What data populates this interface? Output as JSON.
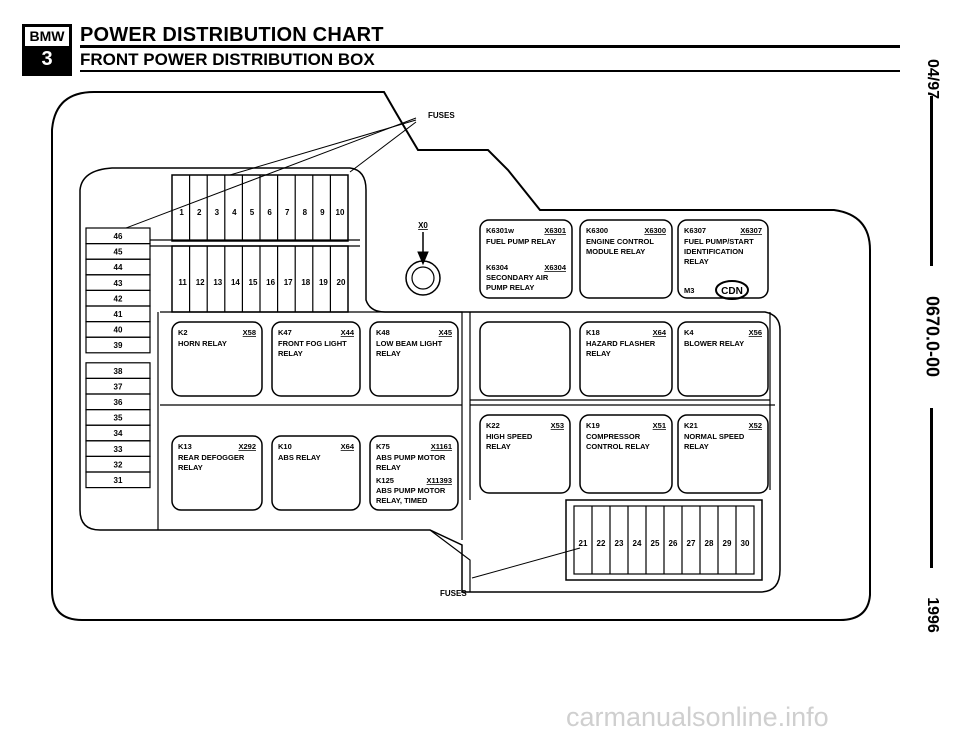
{
  "header": {
    "logo_top": "BMW",
    "logo_bottom": "3",
    "title": "POWER DISTRIBUTION CHART",
    "subtitle": "FRONT POWER DISTRIBUTION BOX"
  },
  "side": {
    "date": "04/97",
    "doc_number": "0670.0-00",
    "year": "1996"
  },
  "labels": {
    "fuses_top": "FUSES",
    "fuses_bottom": "FUSES",
    "x0": "X0"
  },
  "left_fuses": [
    "46",
    "45",
    "44",
    "43",
    "42",
    "41",
    "40",
    "39",
    "38",
    "37",
    "36",
    "35",
    "34",
    "33",
    "32",
    "31"
  ],
  "top_fuses_row1": [
    "1",
    "2",
    "3",
    "4",
    "5",
    "6",
    "7",
    "8",
    "9",
    "10"
  ],
  "top_fuses_row2": [
    "11",
    "12",
    "13",
    "14",
    "15",
    "16",
    "17",
    "18",
    "19",
    "20"
  ],
  "bottom_fuses": [
    "21",
    "22",
    "23",
    "24",
    "25",
    "26",
    "27",
    "28",
    "29",
    "30"
  ],
  "relays": {
    "k6301w": {
      "id": "K6301w",
      "conn": "X6301",
      "lines": [
        "FUEL PUMP RELAY"
      ]
    },
    "k6304": {
      "id": "K6304",
      "conn": "X6304",
      "lines": [
        "SECONDARY AIR",
        "PUMP RELAY"
      ]
    },
    "k6300": {
      "id": "K6300",
      "conn": "X6300",
      "lines": [
        "ENGINE CONTROL",
        "MODULE RELAY"
      ]
    },
    "k6307": {
      "id": "K6307",
      "conn": "X6307",
      "lines": [
        "FUEL PUMP/START",
        "IDENTIFICATION",
        "RELAY"
      ]
    },
    "m3": {
      "id": "M3",
      "badge": "CDN"
    },
    "k2": {
      "id": "K2",
      "conn": "X58",
      "lines": [
        "HORN RELAY"
      ]
    },
    "k47": {
      "id": "K47",
      "conn": "X44",
      "lines": [
        "FRONT FOG LIGHT",
        "RELAY"
      ]
    },
    "k48": {
      "id": "K48",
      "conn": "X45",
      "lines": [
        "LOW BEAM LIGHT",
        "RELAY"
      ]
    },
    "k18": {
      "id": "K18",
      "conn": "X64",
      "lines": [
        "HAZARD FLASHER",
        "RELAY"
      ]
    },
    "k4": {
      "id": "K4",
      "conn": "X56",
      "lines": [
        "BLOWER RELAY"
      ]
    },
    "k22": {
      "id": "K22",
      "conn": "X53",
      "lines": [
        "HIGH SPEED",
        "RELAY"
      ]
    },
    "k19": {
      "id": "K19",
      "conn": "X51",
      "lines": [
        "COMPRESSOR",
        "CONTROL RELAY"
      ]
    },
    "k21": {
      "id": "K21",
      "conn": "X52",
      "lines": [
        "NORMAL SPEED",
        "RELAY"
      ]
    },
    "k13": {
      "id": "K13",
      "conn": "X292",
      "lines": [
        "REAR DEFOGGER",
        "RELAY"
      ]
    },
    "k10": {
      "id": "K10",
      "conn": "X64",
      "lines": [
        "ABS RELAY"
      ]
    },
    "k75": {
      "id": "K75",
      "conn": "X1161",
      "lines": [
        "ABS PUMP MOTOR",
        "RELAY"
      ]
    },
    "k125": {
      "id": "K125",
      "conn": "X11393",
      "lines": [
        "ABS PUMP MOTOR",
        "RELAY, TIMED"
      ]
    }
  },
  "watermark": "carmanualsonline.info"
}
